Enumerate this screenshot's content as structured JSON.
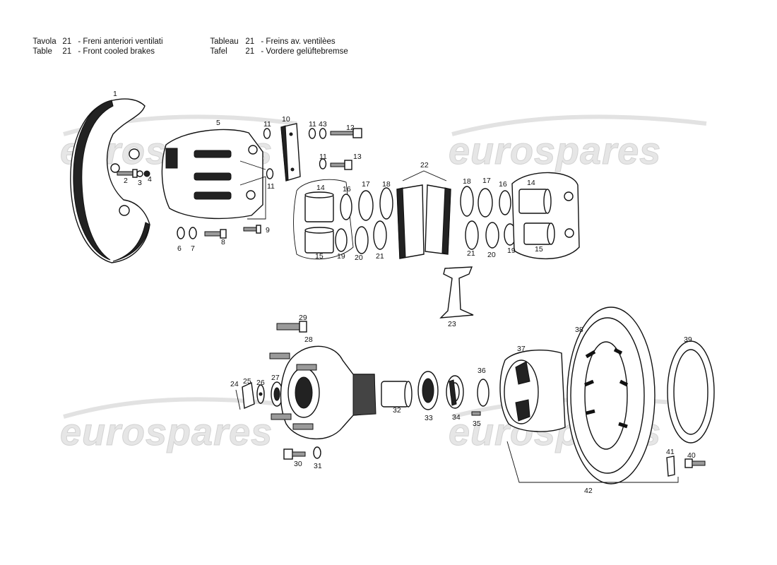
{
  "header": {
    "it": {
      "word": "Tavola",
      "num": "21",
      "text": "- Freni anteriori ventilati"
    },
    "en": {
      "word": "Table",
      "num": "21",
      "text": "- Front cooled brakes"
    },
    "fr": {
      "word": "Tableau",
      "num": "21",
      "text": "- Freins av. ventilèes"
    },
    "de": {
      "word": "Tafel",
      "num": "21",
      "text": "- Vordere gelüftebremse"
    }
  },
  "watermark": "eurospares",
  "labels": {
    "l1": "1",
    "l2": "2",
    "l3": "3",
    "l4": "4",
    "l5": "5",
    "l6": "6",
    "l7": "7",
    "l8": "8",
    "l9": "9",
    "l10": "10",
    "l11a": "11",
    "l11b": "11",
    "l11c": "11",
    "l11d": "11",
    "l12": "12",
    "l13": "13",
    "l43": "43",
    "l14a": "14",
    "l14b": "14",
    "l15a": "15",
    "l15b": "15",
    "l16a": "16",
    "l16b": "16",
    "l17a": "17",
    "l17b": "17",
    "l18a": "18",
    "l18b": "18",
    "l19a": "19",
    "l19b": "19",
    "l20a": "20",
    "l20b": "20",
    "l21a": "21",
    "l21b": "21",
    "l22": "22",
    "l23": "23",
    "l24": "24",
    "l25": "25",
    "l26": "26",
    "l27": "27",
    "l28": "28",
    "l29": "29",
    "l30": "30",
    "l31": "31",
    "l32": "32",
    "l33": "33",
    "l34": "34",
    "l35": "35",
    "l36": "36",
    "l37": "37",
    "l38": "38",
    "l39": "39",
    "l40": "40",
    "l41": "41",
    "l42": "42"
  }
}
